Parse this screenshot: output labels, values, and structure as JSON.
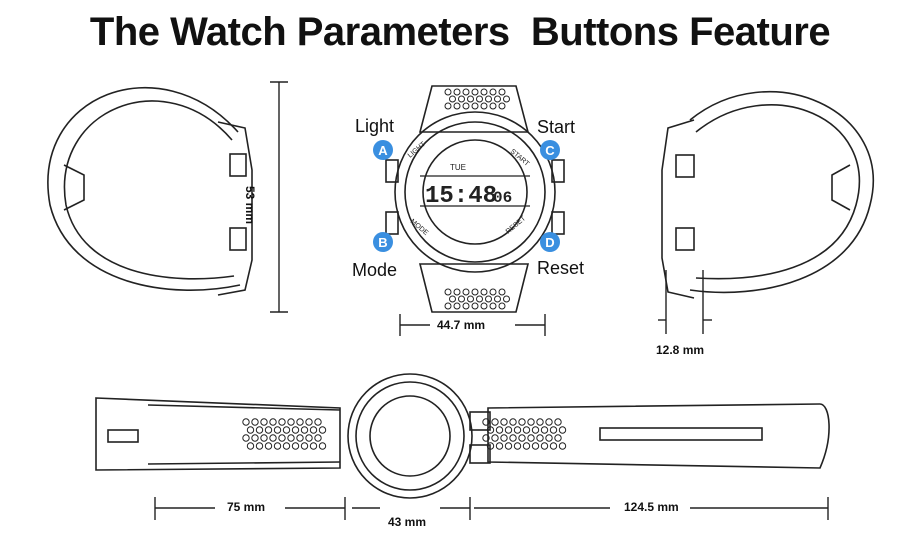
{
  "title": "The Watch Parameters  Buttons Feature",
  "buttons": [
    {
      "letter": "A",
      "name": "Light"
    },
    {
      "letter": "B",
      "name": "Mode"
    },
    {
      "letter": "C",
      "name": "Start"
    },
    {
      "letter": "D",
      "name": "Reset"
    }
  ],
  "dimensions": {
    "height": "53 mm",
    "case_width": "44.7 mm",
    "thickness": "12.8 mm",
    "strap_left": "75 mm",
    "case_diameter": "43 mm",
    "strap_right": "124.5 mm"
  },
  "watch_face": {
    "time": "15:48",
    "seconds": "06",
    "day": "TUE",
    "bezel_labels": [
      "LIGHT",
      "START",
      "MODE",
      "RESET"
    ]
  },
  "colors": {
    "badge": "#3a8fe0",
    "line": "#222222"
  }
}
